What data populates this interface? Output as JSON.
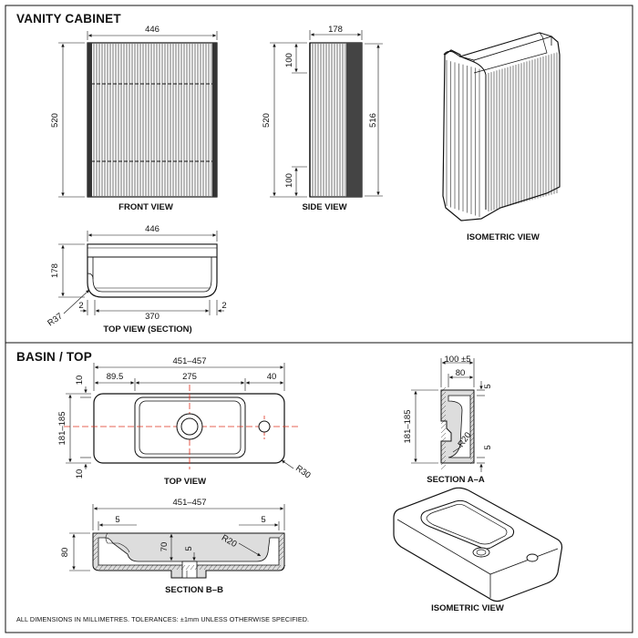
{
  "sections": {
    "vanity_title": "VANITY CABINET",
    "basin_title": "BASIN / TOP"
  },
  "labels": {
    "front_view": "FRONT VIEW",
    "side_view": "SIDE VIEW",
    "isometric_view_cabinet": "ISOMETRIC VIEW",
    "top_view_section": "TOP VIEW (SECTION)",
    "top_view": "TOP VIEW",
    "section_aa": "SECTION A–A",
    "section_bb": "SECTION B–B",
    "isometric_view_basin": "ISOMETRIC VIEW"
  },
  "dims": {
    "front_width": "446",
    "front_height": "520",
    "side_depth": "178",
    "side_top_100": "100",
    "side_bottom_100": "100",
    "side_height_left": "520",
    "side_height_right": "516",
    "top_width": "446",
    "top_depth": "178",
    "top_inner": "370",
    "top_left_2": "2",
    "top_right_2": "2",
    "top_radius": "R37",
    "basin_width": "451–457",
    "basin_89": "89.5",
    "basin_275": "275",
    "basin_40": "40",
    "basin_top10": "10",
    "basin_bot10": "10",
    "basin_depth": "181–185",
    "basin_r30": "R30",
    "aa_100": "100 ±5",
    "aa_80": "80",
    "aa_5top": "5",
    "aa_5bot": "5",
    "aa_depth": "181–185",
    "aa_r20": "R20",
    "bb_width": "451–457",
    "bb_5left": "5",
    "bb_5right": "5",
    "bb_80": "80",
    "bb_70": "70",
    "bb_5mid": "5",
    "bb_r20": "R20"
  },
  "footnote": "ALL DIMENSIONS IN MILLIMETRES. TOLERANCES: ±1mm UNLESS OTHERWISE SPECIFIED.",
  "colors": {
    "line": "#111111",
    "accent_centerline": "#e0301e",
    "background": "#ffffff"
  }
}
